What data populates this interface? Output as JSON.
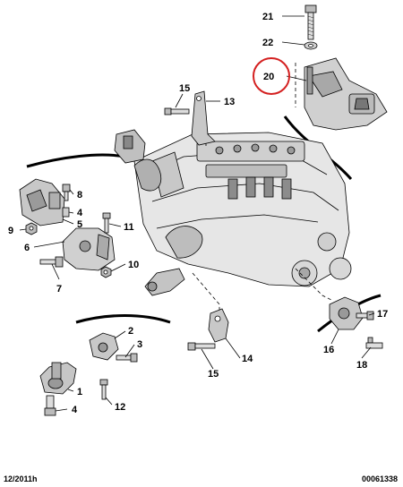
{
  "callouts": [
    {
      "id": "21",
      "label": "21"
    },
    {
      "id": "22",
      "label": "22"
    },
    {
      "id": "20",
      "label": "20"
    },
    {
      "id": "15a",
      "label": "15"
    },
    {
      "id": "13",
      "label": "13"
    },
    {
      "id": "8",
      "label": "8"
    },
    {
      "id": "4a",
      "label": "4"
    },
    {
      "id": "5",
      "label": "5"
    },
    {
      "id": "9",
      "label": "9"
    },
    {
      "id": "11",
      "label": "11"
    },
    {
      "id": "6",
      "label": "6"
    },
    {
      "id": "10",
      "label": "10"
    },
    {
      "id": "7",
      "label": "7"
    },
    {
      "id": "2",
      "label": "2"
    },
    {
      "id": "3",
      "label": "3"
    },
    {
      "id": "14",
      "label": "14"
    },
    {
      "id": "15b",
      "label": "15"
    },
    {
      "id": "17",
      "label": "17"
    },
    {
      "id": "16",
      "label": "16"
    },
    {
      "id": "18",
      "label": "18"
    },
    {
      "id": "1",
      "label": "1"
    },
    {
      "id": "12",
      "label": "12"
    },
    {
      "id": "4b",
      "label": "4"
    }
  ],
  "highlight": {
    "callout": "20",
    "color": "#d42020"
  },
  "footer": {
    "date": "12/2011h",
    "ref": "00061338"
  }
}
